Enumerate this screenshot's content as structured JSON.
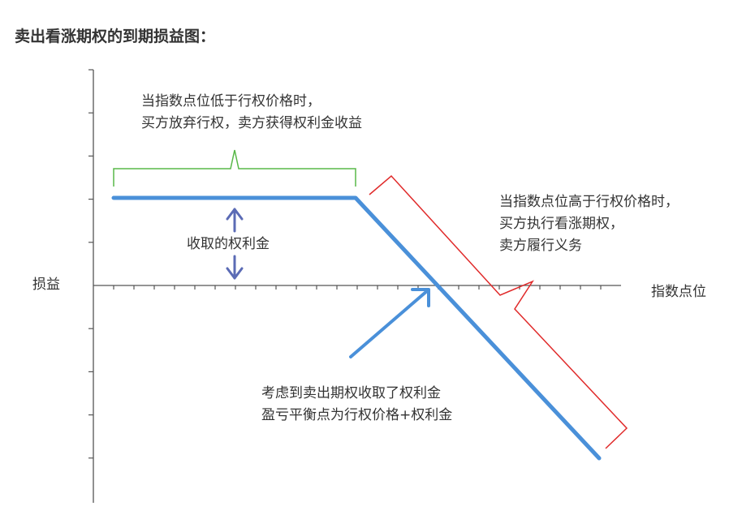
{
  "title": "卖出看涨期权的到期损益图：",
  "axis": {
    "y_label": "损益",
    "x_label": "指数点位"
  },
  "annotations": {
    "left_bracket": {
      "line1": "当指数点位低于行权价格时，",
      "line2": "买方放弃行权，卖方获得权利金收益"
    },
    "premium": "收取的权利金",
    "right_bracket": {
      "line1": "当指数点位高于行权价格时，",
      "line2": "买方执行看涨期权，",
      "line3": "卖方履行义务"
    },
    "breakeven": {
      "line1": "考虑到卖出期权收取了权利金",
      "line2": "盈亏平衡点为行权价格+权利金"
    }
  },
  "colors": {
    "payoff_line": "#4a90d9",
    "arrow_breakeven": "#4a90d9",
    "arrow_premium": "#5b6bb5",
    "bracket_left": "#58b848",
    "bracket_right": "#e02a2a",
    "axis": "#555555"
  }
}
